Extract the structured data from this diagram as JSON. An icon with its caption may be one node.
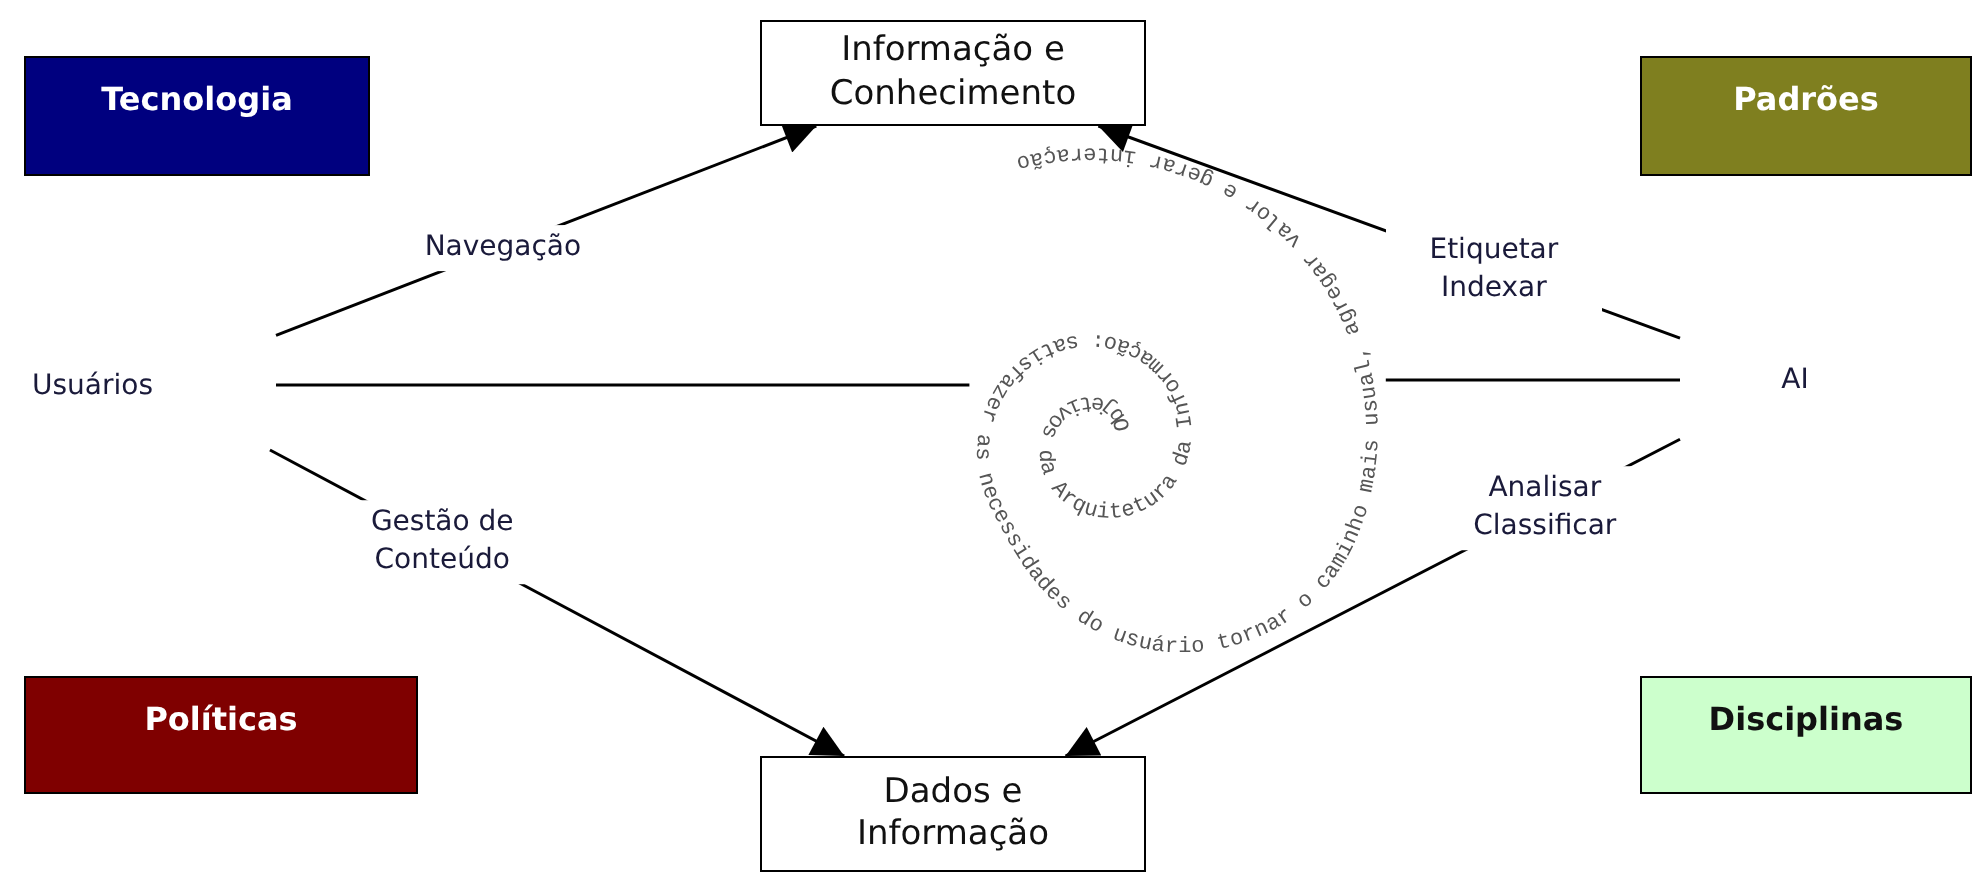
{
  "diagram": {
    "nodes": [
      {
        "text": [
          "Tecnologia"
        ]
      },
      {
        "text": [
          "Informação e Conhecimento"
        ]
      },
      {
        "text": [
          "Padrões"
        ]
      },
      {
        "text": [
          "Usuários"
        ]
      },
      {
        "text": [
          "Objetivos da Arquitetura da Informação: satisfazer as necessidades do usuário tornar o caminho mais usual, agregar valor e gerar interação"
        ]
      },
      {
        "text": [
          "AI"
        ]
      },
      {
        "text": [
          "Políticas"
        ]
      },
      {
        "text": [
          "Dados e Informação"
        ]
      },
      {
        "text": [
          "Disciplinas"
        ]
      }
    ],
    "edges": [
      {
        "from": 3,
        "to": 1,
        "arrow": "to",
        "label": "Navegação"
      },
      {
        "from": 3,
        "to": 4,
        "arrow": "none"
      },
      {
        "from": 3,
        "to": 7,
        "arrow": "to",
        "label": "Gestão de Conteúdo"
      },
      {
        "from": 5,
        "to": 1,
        "arrow": "to",
        "label": "Etiquetar Indexar"
      },
      {
        "from": 5,
        "to": 4,
        "arrow": "none"
      },
      {
        "from": 5,
        "to": 7,
        "arrow": "to",
        "label": "Analisar Classificar"
      }
    ]
  }
}
